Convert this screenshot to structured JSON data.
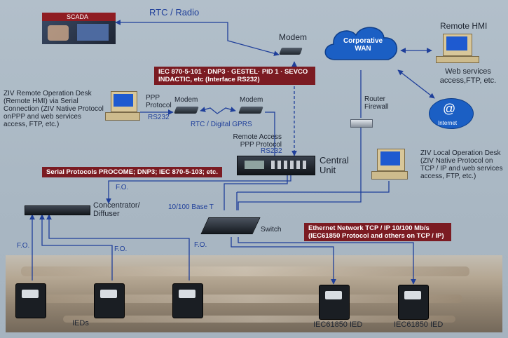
{
  "labels": {
    "scada": "SCADA",
    "rtc_radio": "RTC / Radio",
    "modem_top": "Modem",
    "corporate_wan": "Corporative WAN",
    "remote_hmi": "Remote HMI",
    "web_services": "Web services access,FTP, etc.",
    "internet": "Internet",
    "router_firewall": "Router Firewall",
    "ziv_remote": "ZIV Remote Operation Desk (Remote HMI) via Serial Connection (ZIV Native Protocol onPPP and web services access, FTP, etc.)",
    "ppp_protocol": "PPP Protocol",
    "modem_left": "Modem",
    "modem_right": "Modem",
    "rs232_left": "RS232",
    "rtc_gprs": "RTC / Digital GPRS",
    "remote_access": "Remote Access PPP Protocol",
    "rs232_right": "RS232",
    "central_unit": "Central Unit",
    "ziv_local": "ZIV Local Operation Desk (ZIV Native Protocol on TCP / IP and web services access, FTP, etc.)",
    "fo_1": "F.O.",
    "concentrator": "Concentrator/ Diffuser",
    "base_t": "10/100 Base T",
    "switch": "Switch",
    "fo_2": "F.O.",
    "fo_3": "F.O.",
    "fo_4": "F.O.",
    "ieds": "IEDs",
    "iec_ied_1": "IEC61850 IED",
    "iec_ied_2": "IEC61850 IED"
  },
  "banners": {
    "iec_top": "IEC 870-5-101 · DNP3 · GESTEL· PID 1 · SEVCO INDACTIC, etc (Interface RS232)",
    "serial": "Serial Protocols PROCOME; DNP3; IEC 870-5-103; etc.",
    "ethernet": "Ethernet Network TCP / IP 10/100 Mb/s (IEC61850 Protocol and others on TCP / IP)"
  },
  "colors": {
    "banner_bg": "#7b1b22",
    "link_blue": "#1f3f9a",
    "cloud_blue": "#1b5fc4"
  }
}
